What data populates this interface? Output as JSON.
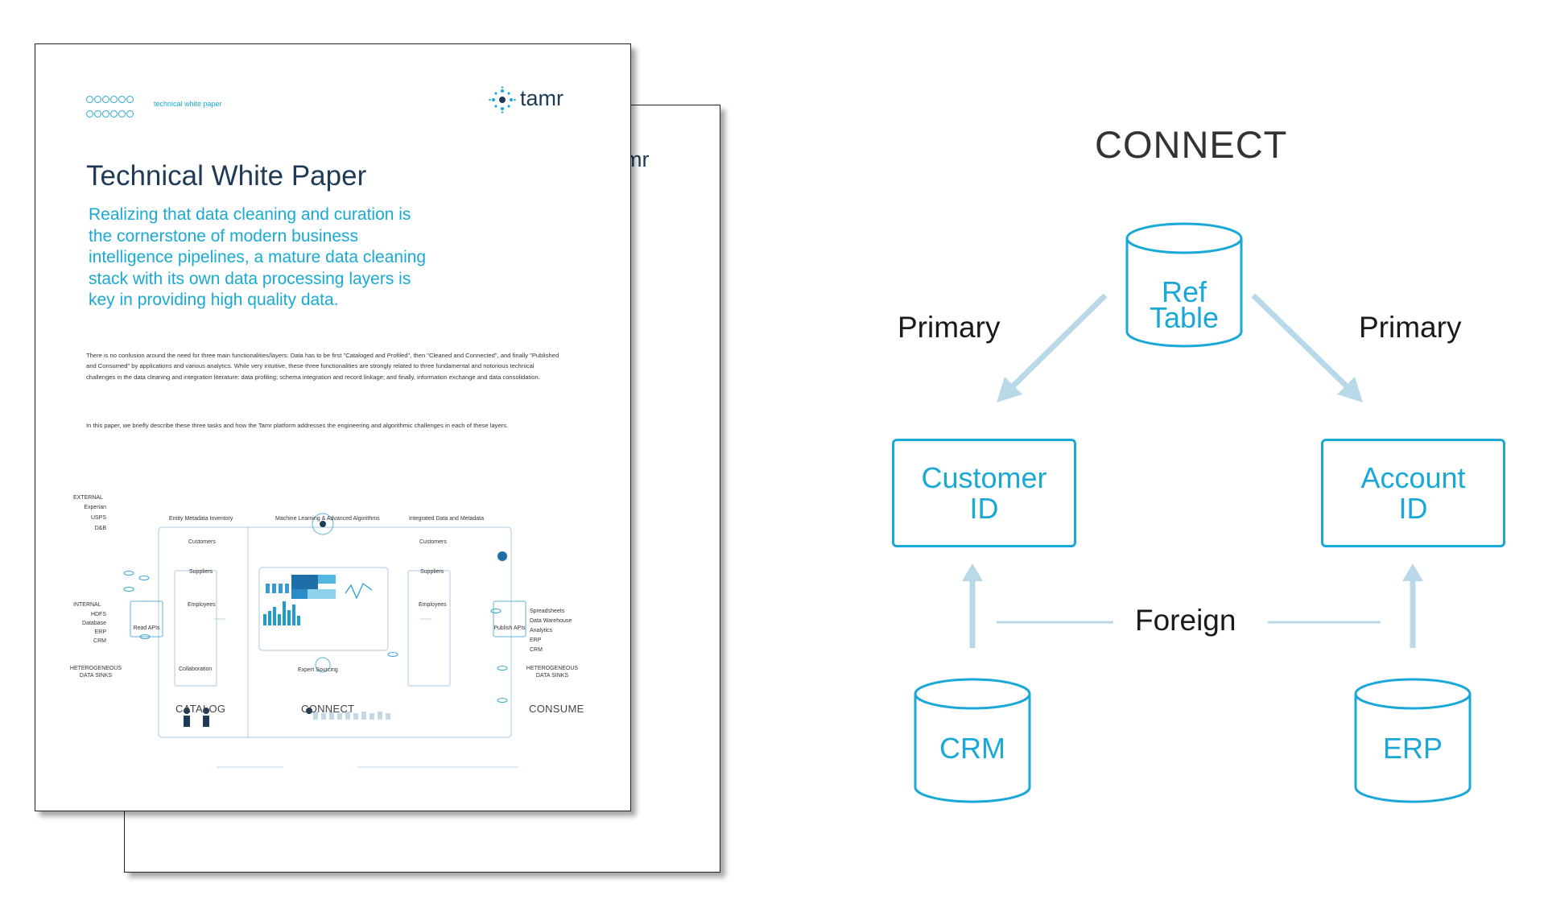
{
  "back_page": {
    "logo_fragment": "mr"
  },
  "front_page": {
    "header_tag": "technical white paper",
    "brand": "tamr",
    "title": "Technical White Paper",
    "lead": "Realizing that data cleaning and curation is the cornerstone of modern business intelligence pipelines, a mature data cleaning stack with its own data processing layers is key in providing high quality data.",
    "body_p1": "There is no confusion around the need for three main functionalities/layers: Data has to be first \"Cataloged and Profiled\", then \"Cleaned and Connected\", and finally \"Published and Consumed\" by applications and various analytics. While very intuitive, these three functionalities are strongly related to three fundamental and notorious technical challenges in the data cleaning and integration literature: data profiling; schema integration and record linkage; and finally, information exchange and data consolidation.",
    "body_p2": "In this paper, we briefly describe these three tasks and how the Tamr platform addresses the engineering and algorithmic challenges in each of these layers.",
    "diagram": {
      "external": "EXTERNAL",
      "external_sources": [
        "Experian",
        "USPS",
        "D&B"
      ],
      "internal": "INTERNAL",
      "internal_sources": [
        "HDFS",
        "Database",
        "ERP",
        "CRM"
      ],
      "hetero_left": "HETEROGENEOUS DATA SINKS",
      "read_apis": "Read APIs",
      "entity_inventory": "Entity Metadata Inventory",
      "entities": [
        "Customers",
        "Suppliers",
        "Employees"
      ],
      "ml_title": "Machine Learning & Advanced Algorithms",
      "integrated_title": "Integrated Data and Metadata",
      "integrated_entities": [
        "Customers",
        "Suppliers",
        "Employees"
      ],
      "publish_apis": "Publish APIs",
      "sinks": [
        "Spreadsheets",
        "Data Warehouse",
        "Analytics",
        "ERP",
        "CRM"
      ],
      "hetero_right": "HETEROGENEOUS DATA SINKS",
      "collaboration": "Collaboration",
      "expert_sourcing": "Expert Sourcing",
      "flow": [
        "CATALOG",
        "CONNECT",
        "CONSUME"
      ]
    }
  },
  "connect_diagram": {
    "title": "CONNECT",
    "ref_table": [
      "Ref",
      "Table"
    ],
    "primary_left": "Primary",
    "primary_right": "Primary",
    "customer_id": [
      "Customer",
      "ID"
    ],
    "account_id": [
      "Account",
      "ID"
    ],
    "foreign": "Foreign",
    "crm": "CRM",
    "erp": "ERP",
    "accent_color": "#1aa8d8",
    "arrow_color": "#b9d9e8"
  }
}
